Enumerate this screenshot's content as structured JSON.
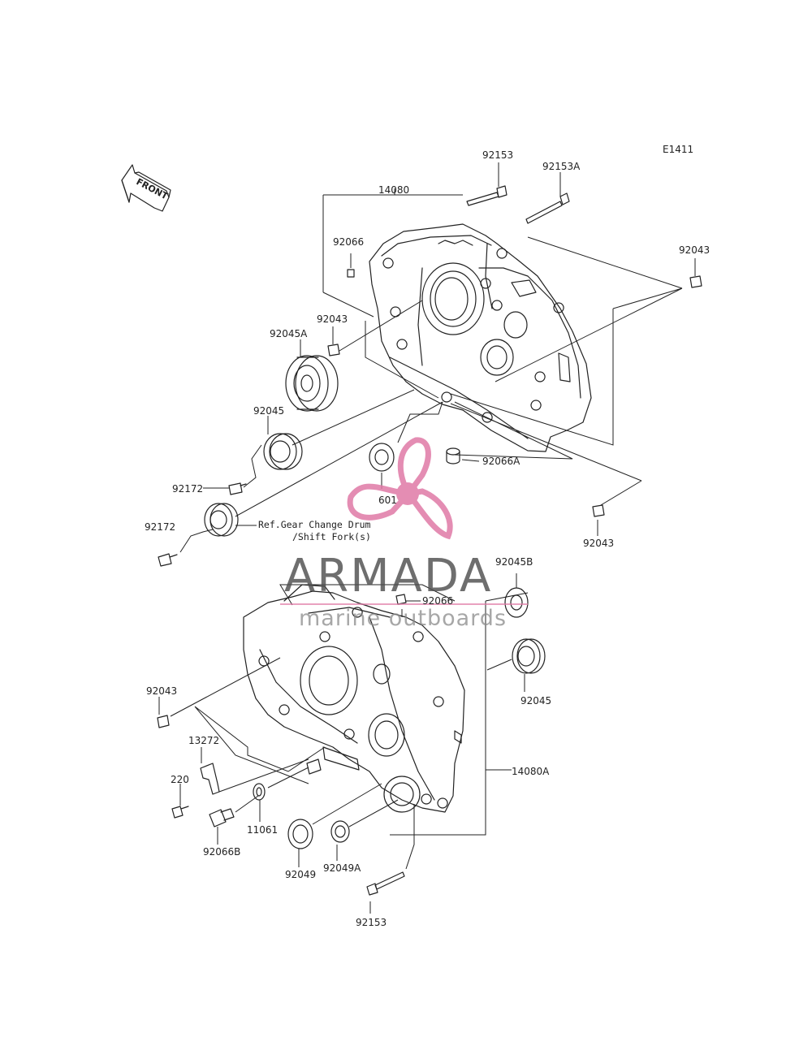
{
  "diagram_code": "E1411",
  "front_label": "FRONT",
  "reference_note": {
    "line1": "Ref.Gear Change Drum",
    "line2": "/Shift Fork(s)"
  },
  "watermark": {
    "brand": "ARMADA",
    "tagline": "marine outboards",
    "logo_color": "#e07aa6"
  },
  "part_labels": [
    {
      "id": "p92153-top",
      "text": "92153"
    },
    {
      "id": "p92153A",
      "text": "92153A"
    },
    {
      "id": "p14080",
      "text": "14080"
    },
    {
      "id": "p92066-top",
      "text": "92066"
    },
    {
      "id": "p92043-right",
      "text": "92043"
    },
    {
      "id": "p92043-mid",
      "text": "92043"
    },
    {
      "id": "p92045A",
      "text": "92045A"
    },
    {
      "id": "p92045-top",
      "text": "92045"
    },
    {
      "id": "p92066A",
      "text": "92066A"
    },
    {
      "id": "p601",
      "text": "601"
    },
    {
      "id": "p92172-a",
      "text": "92172"
    },
    {
      "id": "p92172-b",
      "text": "92172"
    },
    {
      "id": "p92043-low",
      "text": "92043"
    },
    {
      "id": "p92045B",
      "text": "92045B"
    },
    {
      "id": "p92066-low",
      "text": "92066"
    },
    {
      "id": "p92043-left",
      "text": "92043"
    },
    {
      "id": "p92045-low",
      "text": "92045"
    },
    {
      "id": "p13272",
      "text": "13272"
    },
    {
      "id": "p14080A",
      "text": "14080A"
    },
    {
      "id": "p220",
      "text": "220"
    },
    {
      "id": "p11061",
      "text": "11061"
    },
    {
      "id": "p92066B",
      "text": "92066B"
    },
    {
      "id": "p92049",
      "text": "92049"
    },
    {
      "id": "p92049A",
      "text": "92049A"
    },
    {
      "id": "p92153-bottom",
      "text": "92153"
    }
  ]
}
